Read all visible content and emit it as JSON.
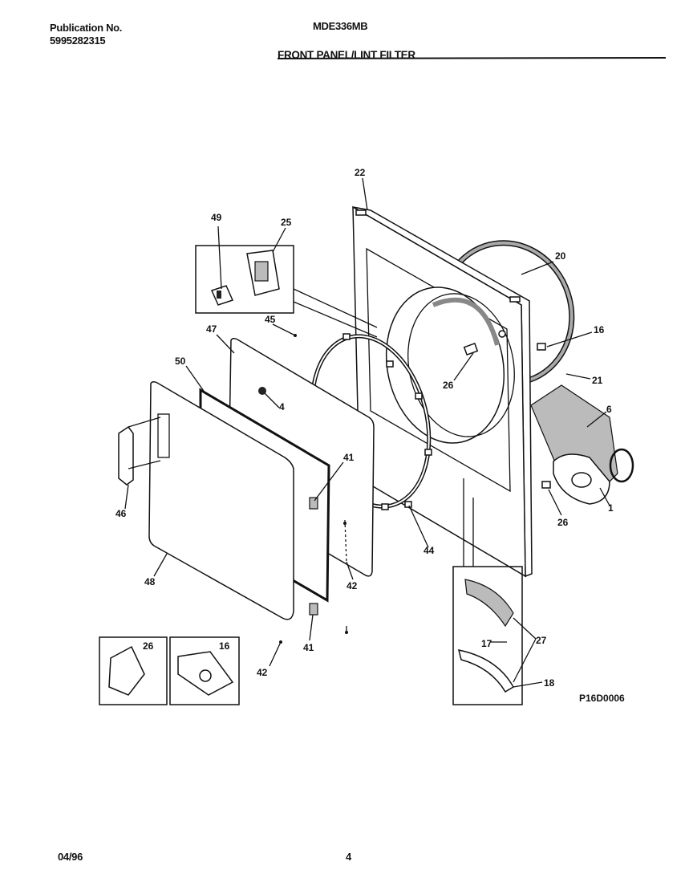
{
  "header": {
    "publication_label": "Publication No.",
    "publication_number": "5995282315",
    "model": "MDE336MB",
    "section_title": "FRONT PANEL/LINT FILTER"
  },
  "footer": {
    "date": "04/96",
    "page": "4"
  },
  "diagram": {
    "figure_id": "P16D0006",
    "callouts": {
      "c1": "1",
      "c4": "4",
      "c6": "6",
      "c16": "16",
      "c16b": "16",
      "c17": "17",
      "c18": "18",
      "c20": "20",
      "c21": "21",
      "c22": "22",
      "c25": "25",
      "c26a": "26",
      "c26b": "26",
      "c26c": "26",
      "c27": "27",
      "c41a": "41",
      "c41b": "41",
      "c42a": "42",
      "c42b": "42",
      "c44": "44",
      "c45": "45",
      "c46": "46",
      "c47": "47",
      "c48": "48",
      "c49": "49",
      "c50": "50"
    }
  }
}
